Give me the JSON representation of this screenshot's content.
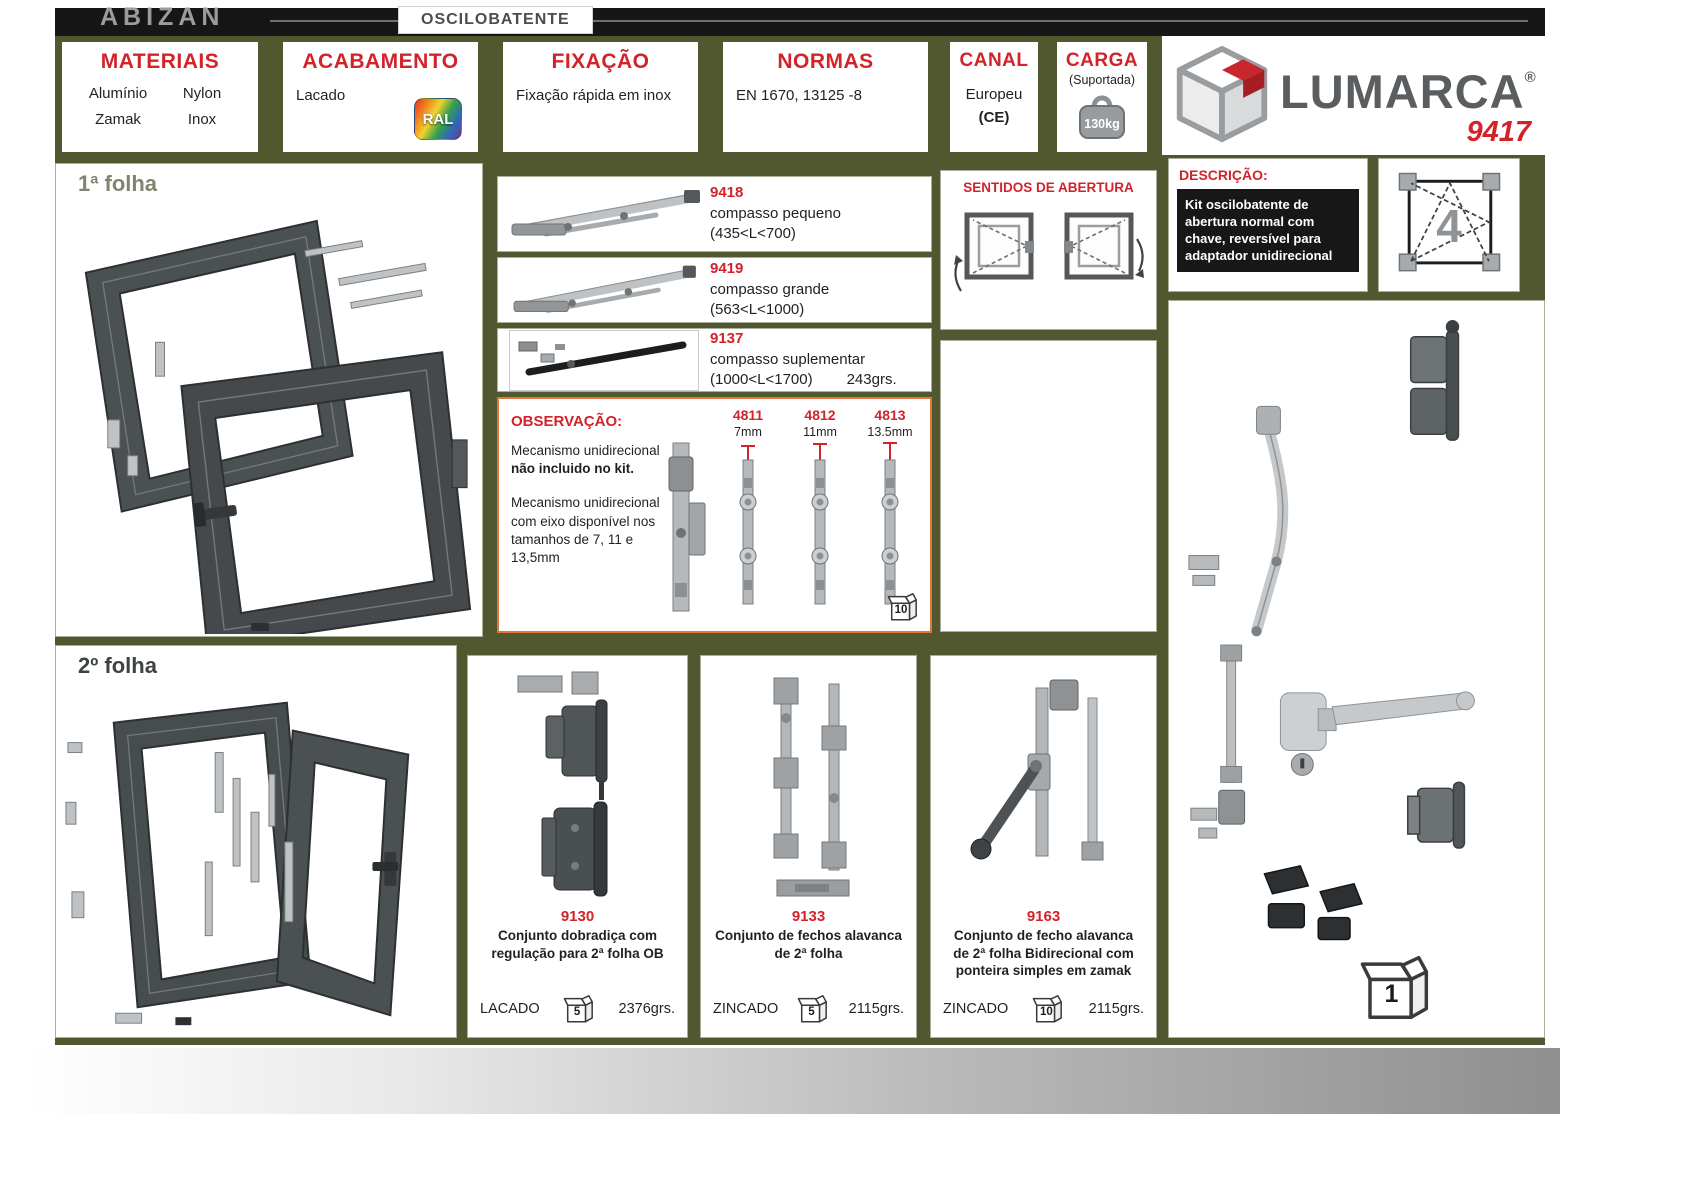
{
  "colors": {
    "accent": "#d2232a",
    "background_olive": "#51582f",
    "topbar_black": "#161616"
  },
  "topbar": {
    "brand": "ABIZAN",
    "title": "OSCILOBATENTE"
  },
  "specs": {
    "materiais": {
      "title": "MATERIAIS",
      "items": [
        "Alumínio",
        "Nylon",
        "Zamak",
        "Inox"
      ]
    },
    "acabamento": {
      "title": "ACABAMENTO",
      "value": "Lacado",
      "ral": "RAL"
    },
    "fixacao": {
      "title": "FIXAÇÃO",
      "value": "Fixação rápida em inox"
    },
    "normas": {
      "title": "NORMAS",
      "value": "EN 1670, 13125 -8"
    },
    "canal": {
      "title": "CANAL",
      "value": "Europeu",
      "cert": "(CE)"
    },
    "carga": {
      "title": "CARGA",
      "subtitle": "(Suportada)",
      "value": "130kg"
    }
  },
  "logo": {
    "name": "LUMARCA",
    "reg": "®",
    "model": "9417"
  },
  "sections": {
    "folha1": "1ª folha",
    "folha2": "2º folha"
  },
  "compasses": [
    {
      "code": "9418",
      "name": "compasso pequeno",
      "range": "(435<L<700)"
    },
    {
      "code": "9419",
      "name": "compasso grande",
      "range": "(563<L<1000)"
    },
    {
      "code": "9137",
      "name": "compasso suplementar",
      "range": "(1000<L<1700)",
      "weight": "243grs."
    }
  ],
  "observacao": {
    "title": "OBSERVAÇÃO:",
    "p1a": "Mecanismo unidirecional ",
    "p1b": "não incluido no kit.",
    "p2": "Mecanismo unidirecional com eixo disponível nos tamanhos de 7, 11 e 13,5mm",
    "variants": [
      {
        "code": "4811",
        "size": "7mm"
      },
      {
        "code": "4812",
        "size": "11mm"
      },
      {
        "code": "4813",
        "size": "13.5mm"
      }
    ],
    "box_qty": "10"
  },
  "sentidos": {
    "title": "SENTIDOS DE ABERTURA"
  },
  "descricao": {
    "title": "DESCRIÇÃO:",
    "text": "Kit oscilobatente de abertura normal com chave, reversível para adaptador unidirecional"
  },
  "schematic": {
    "number": "4"
  },
  "kits": [
    {
      "code": "9130",
      "desc": "Conjunto dobradiça com regulação para 2ª folha OB",
      "finish": "LACADO",
      "box_qty": "5",
      "weight": "2376grs."
    },
    {
      "code": "9133",
      "desc": "Conjunto de fechos alavanca de 2ª folha",
      "finish": "ZINCADO",
      "box_qty": "5",
      "weight": "2115grs."
    },
    {
      "code": "9163",
      "desc": "Conjunto de fecho alavanca de 2ª folha Bidirecional com ponteira simples em zamak",
      "finish": "ZINCADO",
      "box_qty": "10",
      "weight": "2115grs."
    }
  ],
  "right_panel": {
    "box_qty": "1"
  }
}
